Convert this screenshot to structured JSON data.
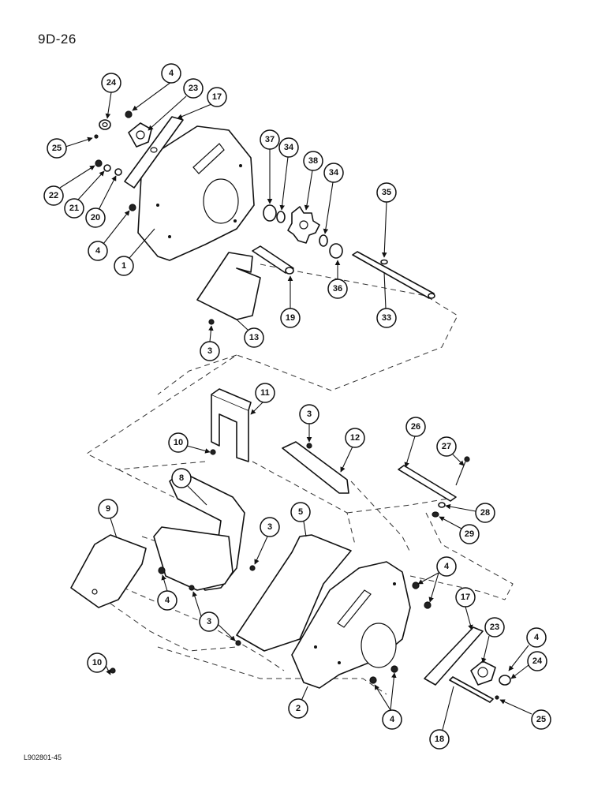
{
  "page_id": "9D-26",
  "figure_id": "L902801-45",
  "callouts": [
    "24",
    "4",
    "23",
    "17",
    "25",
    "22",
    "21",
    "20",
    "1",
    "37",
    "34",
    "38",
    "34",
    "35",
    "36",
    "33",
    "19",
    "13",
    "3",
    "11",
    "3",
    "12",
    "26",
    "27",
    "10",
    "8",
    "9",
    "3",
    "5",
    "28",
    "29",
    "4",
    "4",
    "3",
    "17",
    "23",
    "4",
    "24",
    "10",
    "2",
    "4",
    "25",
    "18"
  ]
}
